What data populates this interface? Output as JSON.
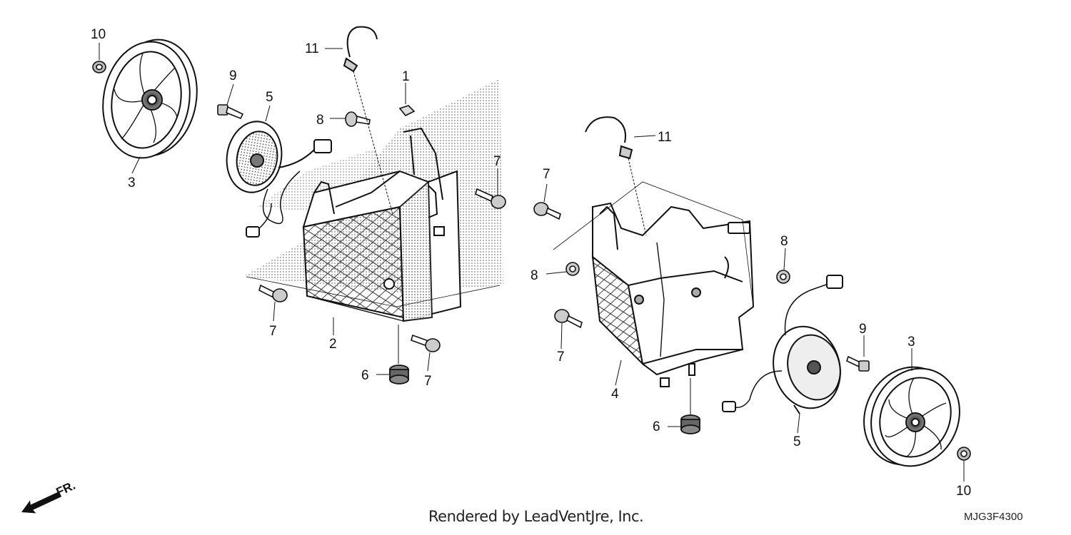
{
  "callouts": {
    "c1": "1",
    "c2": "2",
    "c3a": "3",
    "c3b": "3",
    "c4": "4",
    "c5a": "5",
    "c5b": "5",
    "c6a": "6",
    "c6b": "6",
    "c7a": "7",
    "c7b": "7",
    "c7c": "7",
    "c7d": "7",
    "c7e": "7",
    "c8a": "8",
    "c8b": "8",
    "c8c": "8",
    "c9a": "9",
    "c9b": "9",
    "c10a": "10",
    "c10b": "10",
    "c11a": "11",
    "c11b": "11"
  },
  "direction_label": "FR.",
  "credit": "Rendered by LeadVentJre, Inc.",
  "diagram_code": "MJG3F4300"
}
